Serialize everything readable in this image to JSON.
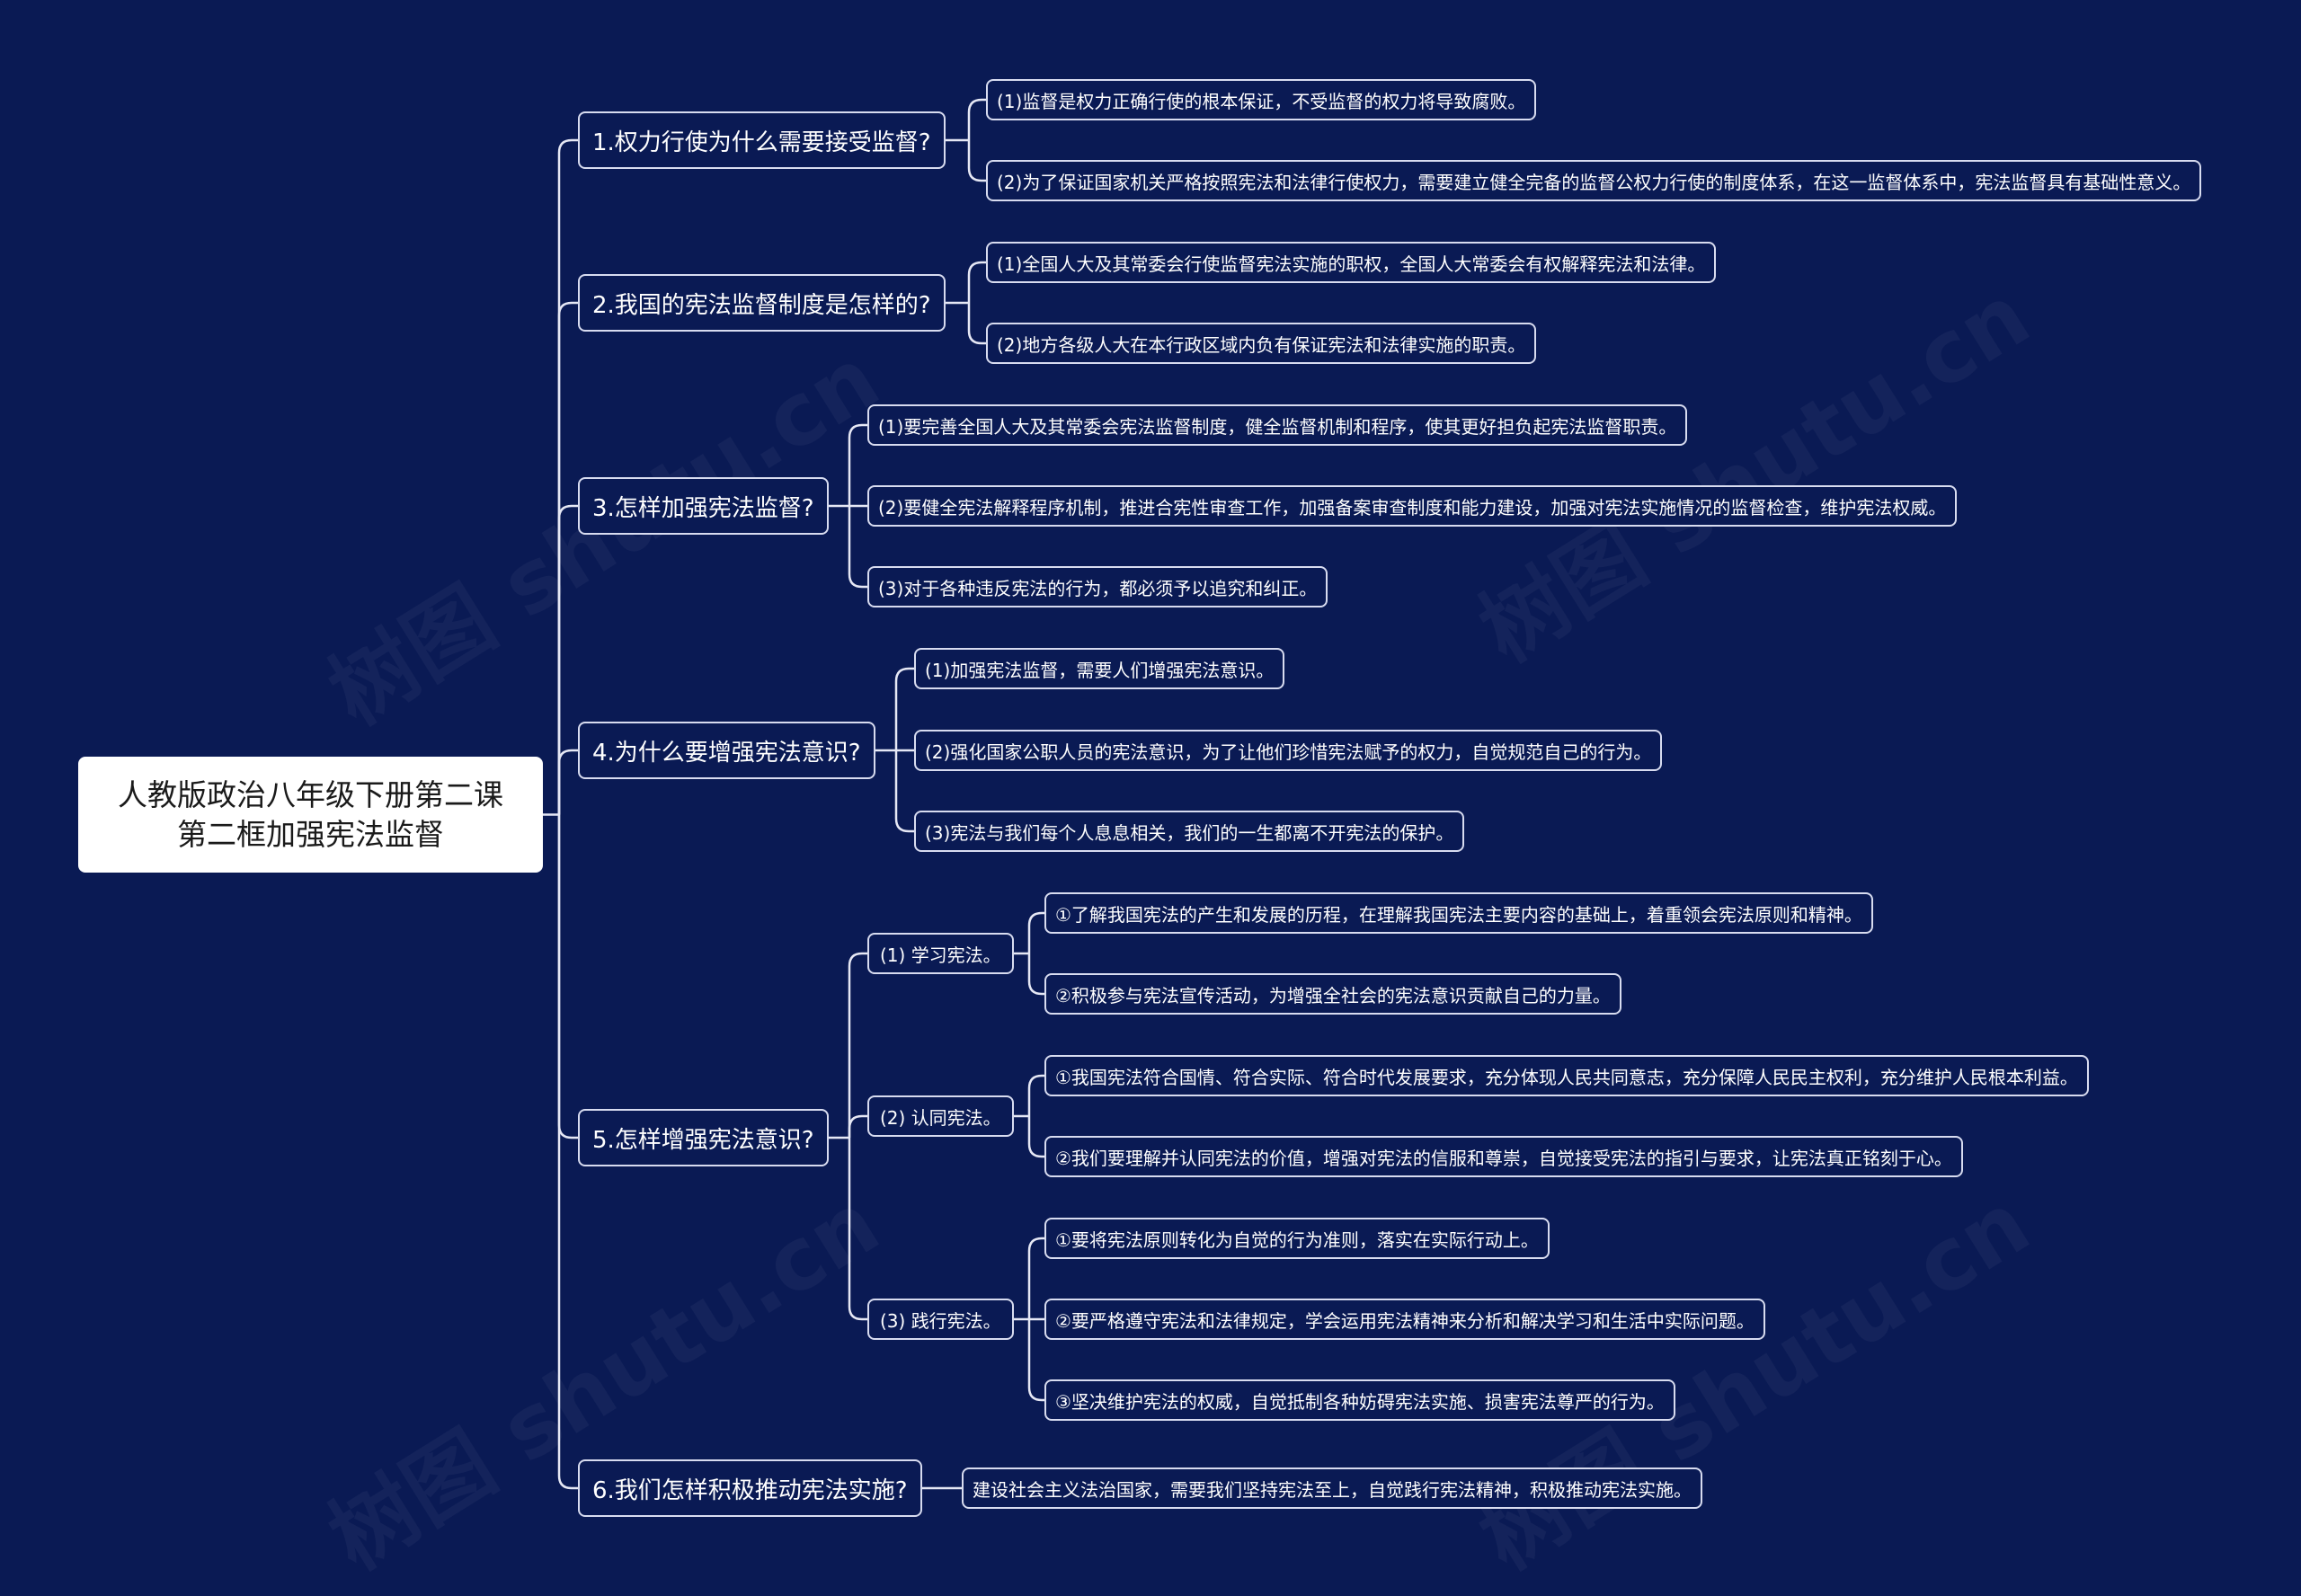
{
  "title": {
    "line1": "人教版政治八年级下册第二课",
    "line2": "第二框加强宪法监督"
  },
  "watermark": "树图 shutu.cn",
  "q1": {
    "label": "1.权力行使为什么需要接受监督?",
    "items": [
      "(1)监督是权力正确行使的根本保证，不受监督的权力将导致腐败。",
      "(2)为了保证国家机关严格按照宪法和法律行使权力，需要建立健全完备的监督公权力行使的制度体系，在这一监督体系中，宪法监督具有基础性意义。"
    ]
  },
  "q2": {
    "label": "2.我国的宪法监督制度是怎样的?",
    "items": [
      "(1)全国人大及其常委会行使监督宪法实施的职权，全国人大常委会有权解释宪法和法律。",
      "(2)地方各级人大在本行政区域内负有保证宪法和法律实施的职责。"
    ]
  },
  "q3": {
    "label": "3.怎样加强宪法监督?",
    "items": [
      "(1)要完善全国人大及其常委会宪法监督制度，健全监督机制和程序，使其更好担负起宪法监督职责。",
      "(2)要健全宪法解释程序机制，推进合宪性审查工作，加强备案审查制度和能力建设，加强对宪法实施情况的监督检查，维护宪法权威。",
      "(3)对于各种违反宪法的行为，都必须予以追究和纠正。"
    ]
  },
  "q4": {
    "label": "4.为什么要增强宪法意识?",
    "items": [
      "(1)加强宪法监督，需要人们增强宪法意识。",
      "(2)强化国家公职人员的宪法意识，为了让他们珍惜宪法赋予的权力，自觉规范自己的行为。",
      "(3)宪法与我们每个人息息相关，我们的一生都离不开宪法的保护。"
    ]
  },
  "q5": {
    "label": "5.怎样增强宪法意识?",
    "sections": [
      {
        "label": "(1) 学习宪法。",
        "items": [
          "①了解我国宪法的产生和发展的历程，在理解我国宪法主要内容的基础上，着重领会宪法原则和精神。",
          "②积极参与宪法宣传活动，为增强全社会的宪法意识贡献自己的力量。"
        ]
      },
      {
        "label": "(2) 认同宪法。",
        "items": [
          "①我国宪法符合国情、符合实际、符合时代发展要求，充分体现人民共同意志，充分保障人民民主权利，充分维护人民根本利益。",
          "②我们要理解并认同宪法的价值，增强对宪法的信服和尊崇，自觉接受宪法的指引与要求，让宪法真正铭刻于心。"
        ]
      },
      {
        "label": "(3) 践行宪法。",
        "items": [
          "①要将宪法原则转化为自觉的行为准则，落实在实际行动上。",
          "②要严格遵守宪法和法律规定，学会运用宪法精神来分析和解决学习和生活中实际问题。",
          "③坚决维护宪法的权威，自觉抵制各种妨碍宪法实施、损害宪法尊严的行为。"
        ]
      }
    ]
  },
  "q6": {
    "label": "6.我们怎样积极推动宪法实施?",
    "items": [
      "建设社会主义法治国家，需要我们坚持宪法至上，自觉践行宪法精神，积极推动宪法实施。"
    ]
  }
}
